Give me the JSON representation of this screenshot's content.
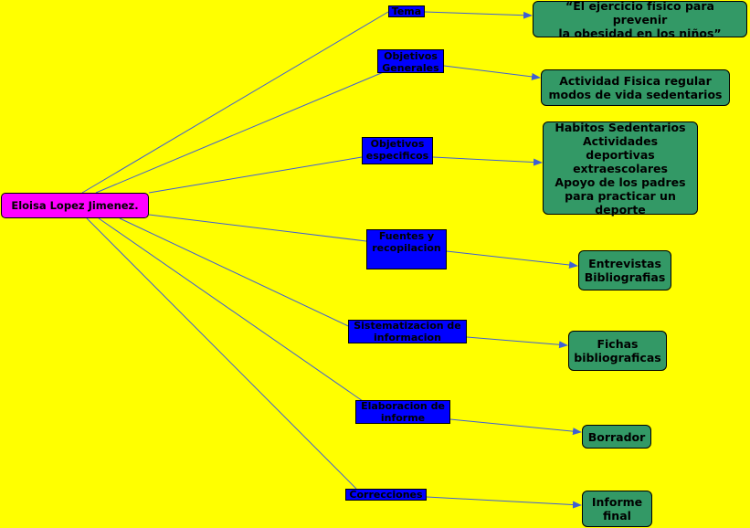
{
  "diagram": {
    "background": "#ffff00",
    "connector_color": "#3f5fd4",
    "center": {
      "label": "Eloisa Lopez Jimenez.",
      "color": "#ff00ff"
    },
    "branches": [
      {
        "topic": "Tema",
        "detail": "“El ejercicio físico para prevenir\nla obesidad en los niños”"
      },
      {
        "topic": "Objetivos\nGenerales",
        "detail": "Actividad Fisica regular\nmodos de vida sedentarios"
      },
      {
        "topic": "Objetivos\nespecificos",
        "detail": "Habitos Sedentarios\nActividades deportivas\nextraescolares\nApoyo de los padres\npara practicar un\ndeporte"
      },
      {
        "topic": "Fuentes y\nrecopilacion",
        "detail": "Entrevistas\nBibliografias"
      },
      {
        "topic": "Sistematizacion de\ninformacion",
        "detail": "Fichas\nbibliograficas"
      },
      {
        "topic": "Elaboracion de\ninforme",
        "detail": "Borrador"
      },
      {
        "topic": "Correcciones",
        "detail": "Informe\nfinal"
      }
    ],
    "topic_color": "#0000ff",
    "detail_color": "#339966"
  }
}
